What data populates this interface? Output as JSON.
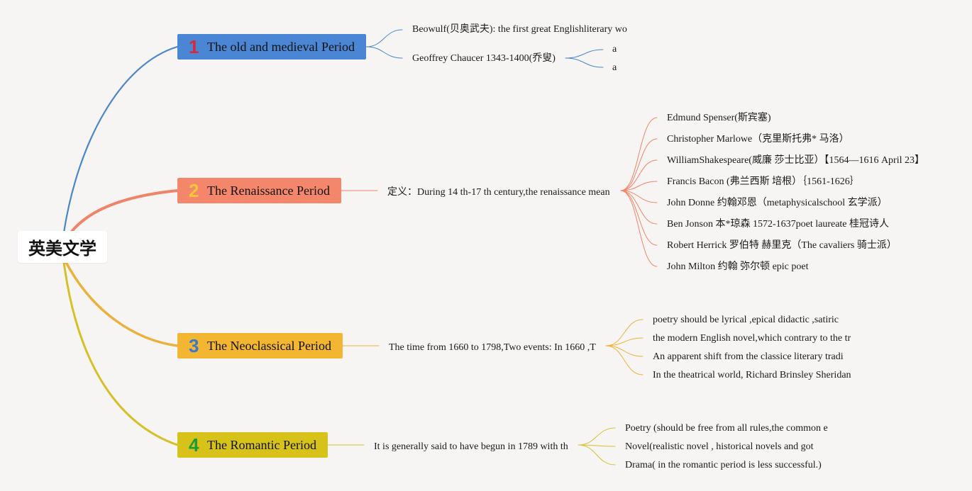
{
  "root": {
    "label": "英美文学"
  },
  "branches": [
    {
      "number": "1",
      "title": "The old and medieval Period",
      "bg": "#4a86d4",
      "num_color": "#d8283c",
      "line": "#4a86c8",
      "children": [
        {
          "text": "Beowulf(贝奥武夫): the first great Englishliterary wo",
          "children": []
        },
        {
          "text": "Geoffrey Chaucer 1343-1400(乔叟)",
          "children": [
            {
              "text": "a"
            },
            {
              "text": "a"
            }
          ]
        }
      ]
    },
    {
      "number": "2",
      "title": "The Renaissance Period",
      "bg": "#f4876b",
      "num_color": "#f5c53a",
      "line": "#ee8468",
      "children": [
        {
          "text": "定义：During 14 th-17 th century,the renaissance mean",
          "children": [
            {
              "text": "Edmund Spenser(斯宾塞)"
            },
            {
              "text": "Christopher Marlowe（克里斯托弗* 马洛）"
            },
            {
              "text": "WilliamShakespeare(威廉 莎士比亚）【1564—1616 April 23】"
            },
            {
              "text": "Francis Bacon (弗兰西斯 培根）｛1561-1626｝"
            },
            {
              "text": "John Donne 约翰邓恩（metaphysicalschool 玄学派）"
            },
            {
              "text": "Ben Jonson 本*琼森 1572-1637poet laureate 桂冠诗人"
            },
            {
              "text": "Robert Herrick 罗伯特 赫里克（The cavaliers 骑士派）"
            },
            {
              "text": "John Milton 约翰 弥尔顿 epic poet"
            }
          ]
        }
      ]
    },
    {
      "number": "3",
      "title": "The Neoclassical Period",
      "bg": "#f2b632",
      "num_color": "#3a78c8",
      "line": "#eab23c",
      "children": [
        {
          "text": "The time from 1660 to 1798,Two events: In 1660 ,T",
          "children": [
            {
              "text": "poetry should be lyrical ,epical didactic ,satiric"
            },
            {
              "text": "the modern English novel,which contrary to the tr"
            },
            {
              "text": "An apparent shift from the classice literary tradi"
            },
            {
              "text": "In the theatrical world, Richard Brinsley Sheridan"
            }
          ]
        }
      ]
    },
    {
      "number": "4",
      "title": "The Romantic Period",
      "bg": "#d6c219",
      "num_color": "#1f9a3a",
      "line": "#d6c02a",
      "children": [
        {
          "text": "It is generally said to have begun in 1789 with th",
          "children": [
            {
              "text": "Poetry (should be free from all rules,the common e"
            },
            {
              "text": "Novel(realistic novel , historical novels and got"
            },
            {
              "text": "Drama( in the romantic period is less successful.)"
            }
          ]
        }
      ]
    }
  ]
}
